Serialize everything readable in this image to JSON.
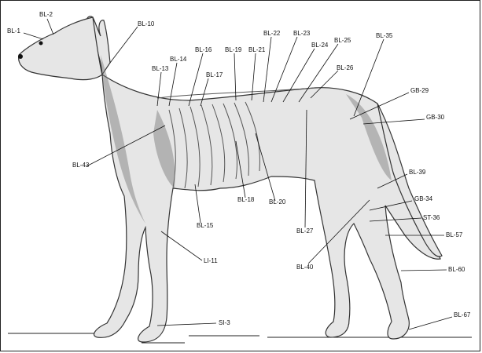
{
  "diagram": {
    "subject": "dog-acupuncture-points",
    "labels": [
      {
        "id": "bl-1",
        "text": "BL-1"
      },
      {
        "id": "bl-2",
        "text": "BL-2"
      },
      {
        "id": "bl-10",
        "text": "BL-10"
      },
      {
        "id": "bl-13",
        "text": "BL-13"
      },
      {
        "id": "bl-14",
        "text": "BL-14"
      },
      {
        "id": "bl-16",
        "text": "BL-16"
      },
      {
        "id": "bl-17",
        "text": "BL-17"
      },
      {
        "id": "bl-19",
        "text": "BL-19"
      },
      {
        "id": "bl-21",
        "text": "BL-21"
      },
      {
        "id": "bl-22",
        "text": "BL-22"
      },
      {
        "id": "bl-23",
        "text": "BL-23"
      },
      {
        "id": "bl-24",
        "text": "BL-24"
      },
      {
        "id": "bl-25",
        "text": "BL-25"
      },
      {
        "id": "bl-26",
        "text": "BL-26"
      },
      {
        "id": "bl-35",
        "text": "BL-35"
      },
      {
        "id": "gb-29",
        "text": "GB-29"
      },
      {
        "id": "gb-30",
        "text": "GB-30"
      },
      {
        "id": "bl-43",
        "text": "BL-43"
      },
      {
        "id": "bl-18",
        "text": "BL-18"
      },
      {
        "id": "bl-20",
        "text": "BL-20"
      },
      {
        "id": "bl-15",
        "text": "BL-15"
      },
      {
        "id": "bl-27",
        "text": "BL-27"
      },
      {
        "id": "bl-39",
        "text": "BL-39"
      },
      {
        "id": "gb-34",
        "text": "GB-34"
      },
      {
        "id": "st-36",
        "text": "ST-36"
      },
      {
        "id": "bl-57a",
        "text": "BL-57"
      },
      {
        "id": "bl-40",
        "text": "BL-40"
      },
      {
        "id": "li-11",
        "text": "LI-11"
      },
      {
        "id": "bl-60",
        "text": "BL-60"
      },
      {
        "id": "si-3",
        "text": "SI-3"
      },
      {
        "id": "bl-67",
        "text": "BL-67"
      }
    ]
  }
}
